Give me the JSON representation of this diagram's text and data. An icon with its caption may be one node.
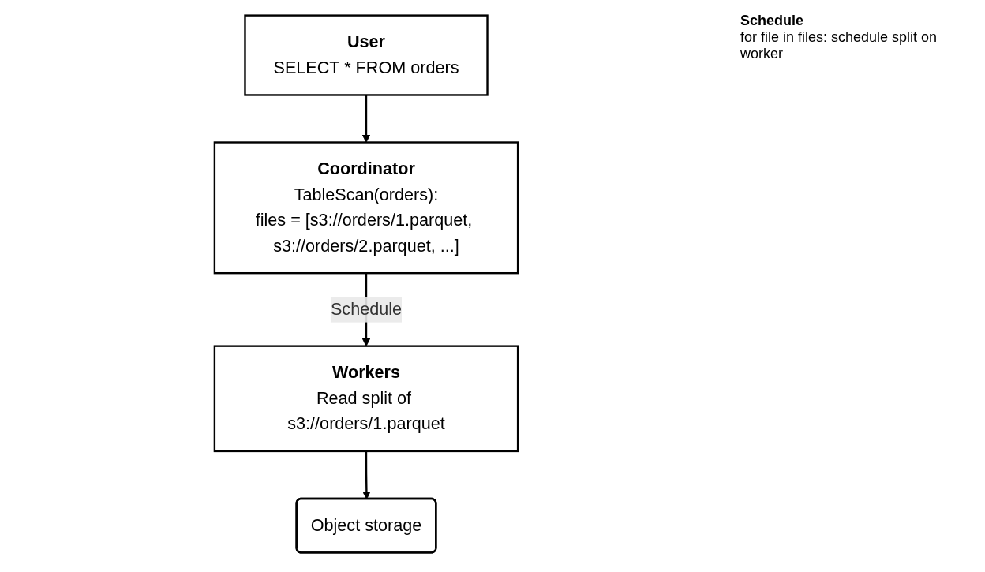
{
  "diagram": {
    "nodes": [
      {
        "text": [
          "User",
          "SELECT * FROM orders"
        ]
      },
      {
        "text": [
          "Coordinator",
          "TableScan(orders):",
          "files = [s3://orders/1.parquet, s3://orders/2.parquet, ...]"
        ],
        "beside": [
          "Schedule",
          "for file in files: schedule split on worker"
        ]
      },
      {
        "text": [
          "Workers",
          "Read split of s3://orders/1.parquet"
        ]
      },
      {
        "text": [
          "Object storage"
        ]
      }
    ],
    "edges": [
      {
        "from": 0,
        "to": 1,
        "arrow": "to"
      },
      {
        "from": 1,
        "to": 2,
        "arrow": "to",
        "label": "Schedule"
      },
      {
        "from": 2,
        "to": 3,
        "arrow": "to"
      }
    ]
  }
}
